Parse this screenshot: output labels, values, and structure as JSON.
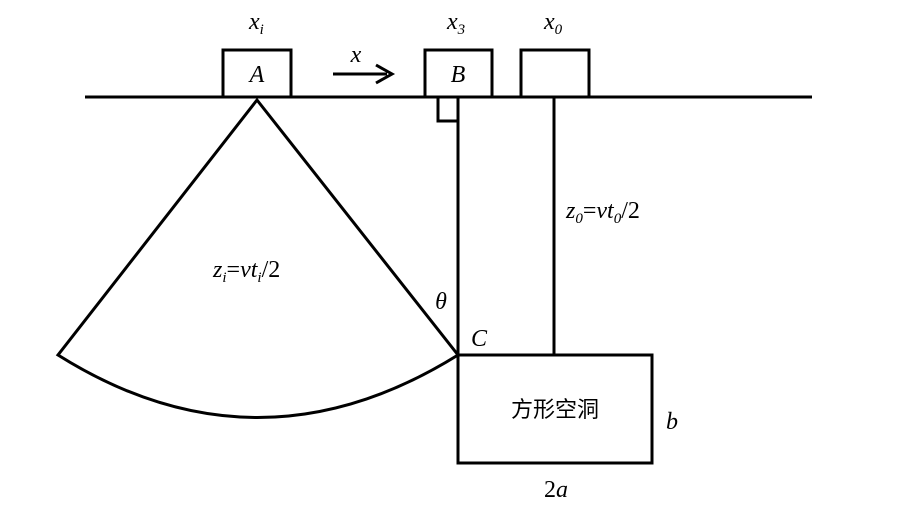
{
  "transducers": {
    "a": {
      "pos_var": "x",
      "pos_sub": "i",
      "letter": "A"
    },
    "b": {
      "pos_var": "x",
      "pos_sub": "3",
      "letter": "B"
    },
    "c": {
      "pos_var": "x",
      "pos_sub": "0",
      "letter": ""
    }
  },
  "direction": {
    "label": "x"
  },
  "depth_i": {
    "z": "z",
    "z_sub": "i",
    "eq": "=",
    "v": "vt",
    "t_sub": "i",
    "tail": "/2"
  },
  "depth_0": {
    "z": "z",
    "z_sub": "0",
    "eq": "=",
    "v": "vt",
    "t_sub": "0",
    "tail": "/2"
  },
  "angle_label": "θ",
  "corner_label": "C",
  "cavity": {
    "label": "方形空洞",
    "height_label": "b",
    "width_coef": "2",
    "width_var": "a"
  }
}
